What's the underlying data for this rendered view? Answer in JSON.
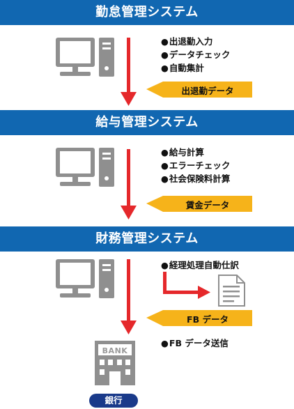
{
  "sections": [
    {
      "title": "勤怠管理システム",
      "features": [
        "出退勤入力",
        "データチェック",
        "自動集計"
      ],
      "output": "出退勤データ"
    },
    {
      "title": "給与管理システム",
      "features": [
        "給与計算",
        "エラーチェック",
        "社会保険料計算"
      ],
      "output": "賃金データ"
    },
    {
      "title": "財務管理システム",
      "features": [
        "経理処理自動仕訳"
      ],
      "output": "FB データ",
      "after_output": "FB データ送信"
    }
  ],
  "bank": {
    "sign": "BANK",
    "label": "銀行"
  },
  "colors": {
    "banner": "#1167b1",
    "arrow": "#e5282b",
    "tag": "#f6b31a",
    "icon": "#8f8f8f",
    "bank_label": "#1a3a8a"
  },
  "icons": [
    "computer-icon",
    "document-icon",
    "bank-building-icon"
  ]
}
